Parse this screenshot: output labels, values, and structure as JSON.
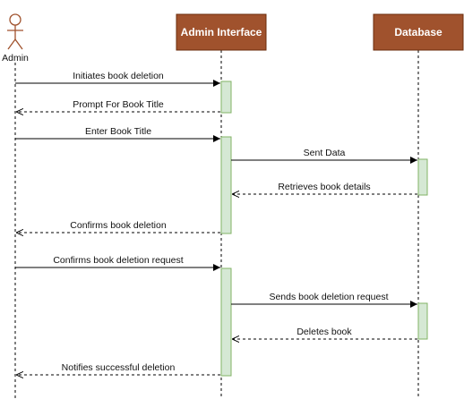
{
  "participants": {
    "actor": {
      "label": "Admin",
      "color": "#a0522d"
    },
    "admin_interface": {
      "label": "Admin Interface",
      "fill": "#a0522d",
      "stroke": "#6b2c0c"
    },
    "database": {
      "label": "Database",
      "fill": "#a0522d",
      "stroke": "#6b2c0c"
    }
  },
  "colors": {
    "lifeline": "#000000",
    "activation_fill": "#d5e8d4",
    "activation_stroke": "#82b366",
    "arrow": "#000000"
  },
  "messages": [
    {
      "label": "Initiates book deletion",
      "from": "actor",
      "to": "admin_interface",
      "style": "sync"
    },
    {
      "label": "Prompt For Book Title",
      "from": "admin_interface",
      "to": "actor",
      "style": "return"
    },
    {
      "label": "Enter Book Title",
      "from": "actor",
      "to": "admin_interface",
      "style": "sync"
    },
    {
      "label": "Sent Data",
      "from": "admin_interface",
      "to": "database",
      "style": "sync"
    },
    {
      "label": "Retrieves book details",
      "from": "database",
      "to": "admin_interface",
      "style": "return"
    },
    {
      "label": "Confirms book deletion",
      "from": "admin_interface",
      "to": "actor",
      "style": "return"
    },
    {
      "label": "Confirms book deletion request",
      "from": "actor",
      "to": "admin_interface",
      "style": "sync"
    },
    {
      "label": "Sends book deletion request",
      "from": "admin_interface",
      "to": "database",
      "style": "sync"
    },
    {
      "label": "Deletes book",
      "from": "database",
      "to": "admin_interface",
      "style": "return"
    },
    {
      "label": "Notifies successful deletion",
      "from": "admin_interface",
      "to": "actor",
      "style": "return"
    }
  ]
}
